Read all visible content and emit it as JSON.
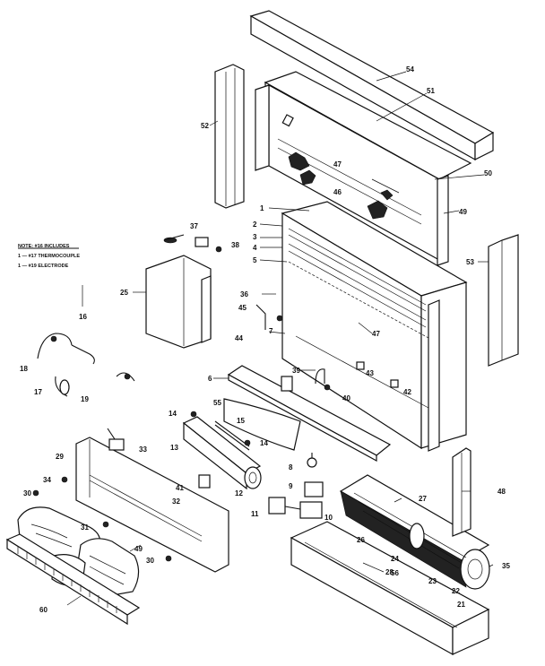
{
  "diagram": {
    "note": {
      "title": "NOTE: #16 INCLUDES",
      "line1": "1 — #17 THERMOCOUPLE",
      "line2": "1 — #19 ELECTRODE"
    },
    "part_labels": [
      "54",
      "51",
      "52",
      "47",
      "50",
      "46",
      "1",
      "49",
      "37",
      "2",
      "3",
      "4",
      "38",
      "5",
      "53",
      "25",
      "36",
      "45",
      "44",
      "7",
      "47",
      "16",
      "18",
      "17",
      "19",
      "39",
      "43",
      "6",
      "55",
      "40",
      "42",
      "14",
      "15",
      "14",
      "13",
      "33",
      "29",
      "34",
      "30",
      "8",
      "41",
      "12",
      "9",
      "11",
      "10",
      "32",
      "31",
      "49",
      "30",
      "60",
      "48",
      "27",
      "26",
      "24",
      "28",
      "23",
      "22",
      "21",
      "35",
      "56"
    ]
  }
}
